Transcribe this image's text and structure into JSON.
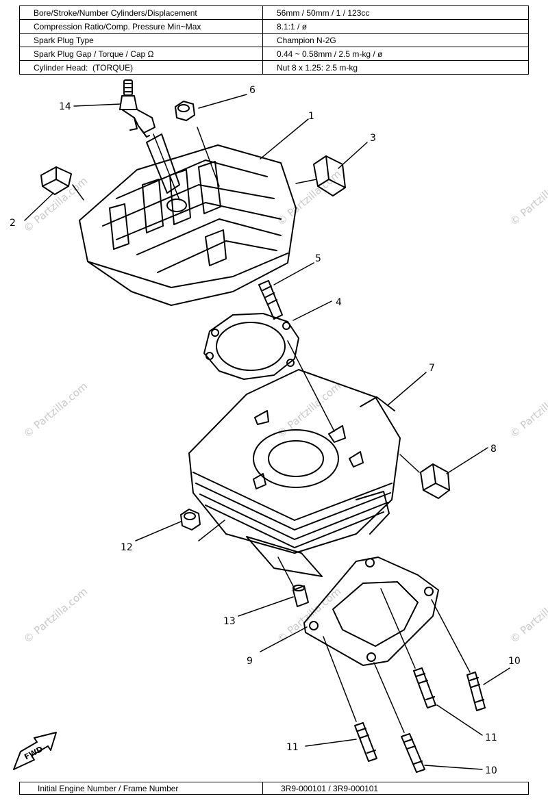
{
  "spec_table": {
    "rows": [
      {
        "label": "Bore/Stroke/Number Cylinders/Displacement",
        "note": "",
        "value": "56mm / 50mm / 1 / 123cc"
      },
      {
        "label": "Compression Ratio/Comp. Pressure Min~Max",
        "note": "",
        "value": "8.1:1 / ø"
      },
      {
        "label": "Spark Plug Type",
        "note": "",
        "value": "Champion N-2G"
      },
      {
        "label": "Spark Plug Gap / Torque / Cap Ω",
        "note": "",
        "value": "0.44 ~ 0.58mm / 2.5 m-kg / ø"
      },
      {
        "label": "Cylinder Head:",
        "note": "(TORQUE)",
        "value": "Nut 8 x 1.25: 2.5 m-kg"
      }
    ]
  },
  "callouts": [
    "14",
    "6",
    "1",
    "3",
    "2",
    "5",
    "4",
    "7",
    "8",
    "12",
    "13",
    "9",
    "10",
    "11",
    "11",
    "10"
  ],
  "watermark": "© Partzilla.com",
  "fwd_label": "FWD",
  "footer": {
    "label": "Initial Engine Number / Frame Number",
    "value": "3R9-000101 / 3R9-000101"
  }
}
